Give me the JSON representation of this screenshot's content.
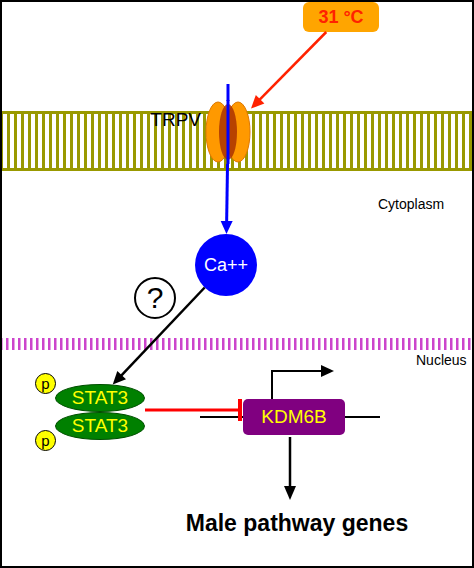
{
  "diagram": {
    "nodes": [
      {
        "text": [
          "31 °C"
        ]
      },
      {
        "text": [
          "TRPV"
        ]
      },
      {
        "text": [
          "Ca++"
        ]
      },
      {
        "text": [
          "?"
        ]
      },
      {
        "text": [
          "STAT3"
        ]
      },
      {
        "text": [
          "STAT3"
        ]
      },
      {
        "text": [
          "p"
        ]
      },
      {
        "text": [
          "p"
        ]
      },
      {
        "text": [
          "KDM6B"
        ]
      }
    ],
    "edges": [
      {
        "from": 0,
        "to": 1,
        "arrow": "to"
      },
      {
        "from": 1,
        "to": 2,
        "arrow": "to"
      },
      {
        "from": 2,
        "to": 4,
        "arrow": "to"
      },
      {
        "from": 4,
        "to": 8,
        "arrow": "to"
      }
    ],
    "labels": [
      "Cytoplasm",
      "Nucleus",
      "Male pathway genes"
    ]
  }
}
